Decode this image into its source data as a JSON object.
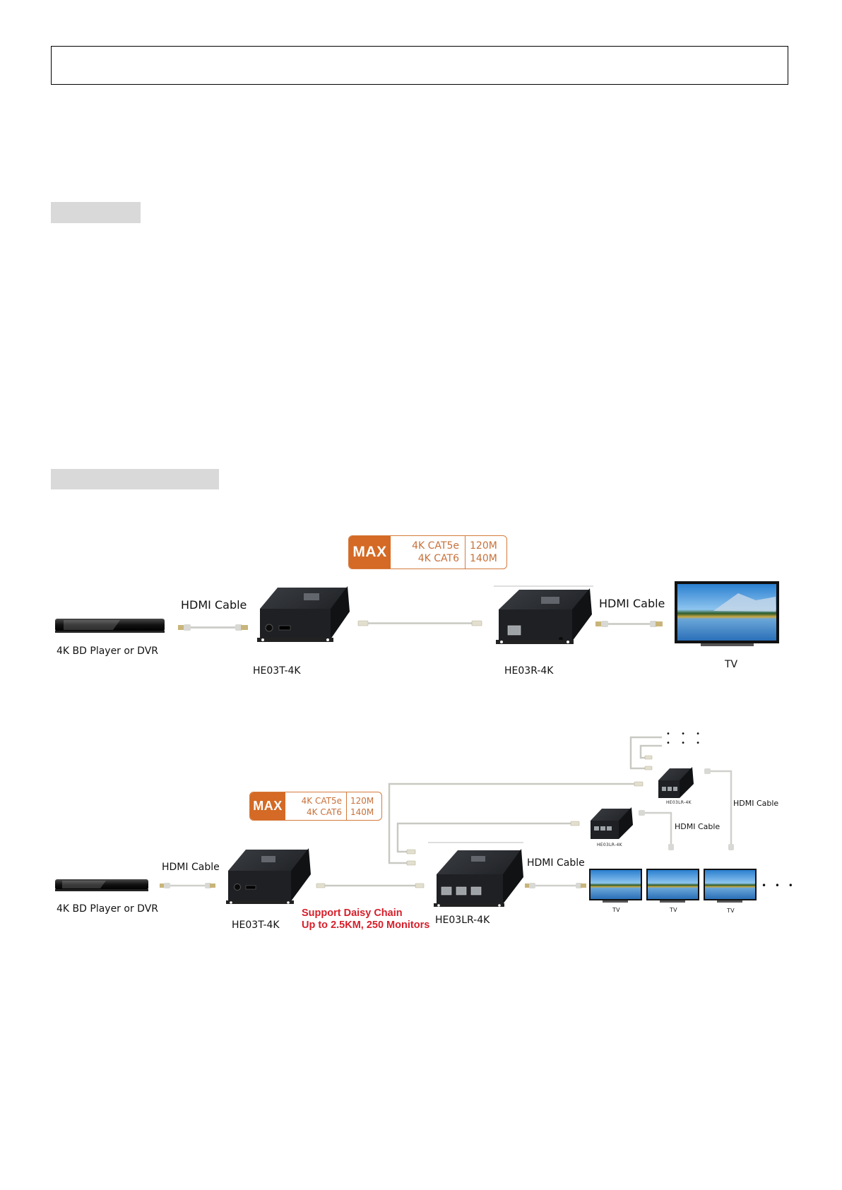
{
  "document": {
    "header_box_text": "",
    "section_bars": [
      "",
      ""
    ]
  },
  "colors": {
    "badge_orange": "#d46a25",
    "badge_text": "#c7713a",
    "note_red": "#d71f2b",
    "section_bar_grey": "#d9d9d9",
    "cable_grey": "#c9c9c4"
  },
  "diagram1": {
    "badge": {
      "max_label": "MAX",
      "rows": [
        {
          "cable": "4K CAT5e",
          "distance": "120M"
        },
        {
          "cable": "4K CAT6",
          "distance": "140M"
        }
      ]
    },
    "source_label": "4K BD Player or DVR",
    "hdmi_cable_left": "HDMI Cable",
    "transmitter_label": "HE03T-4K",
    "receiver_label": "HE03R-4K",
    "hdmi_cable_right": "HDMI Cable",
    "display_label": "TV"
  },
  "diagram2": {
    "badge": {
      "max_label": "MAX",
      "rows": [
        {
          "cable": "4K CAT5e",
          "distance": "120M"
        },
        {
          "cable": "4K CAT6",
          "distance": "140M"
        }
      ]
    },
    "source_label": "4K BD Player or DVR",
    "hdmi_cable_left": "HDMI Cable",
    "transmitter_label": "HE03T-4K",
    "daisy_chain_note": [
      "Support Daisy Chain",
      "Up to 2.5KM, 250 Monitors"
    ],
    "main_receiver_label": "HE03LR-4K",
    "hdmi_cable_main": "HDMI Cable",
    "chained_receivers": [
      {
        "label": "HE03LR-4K",
        "hdmi_label": "HDMI Cable"
      },
      {
        "label": "HE03LR-4K",
        "hdmi_label": "HDMI Cable"
      }
    ],
    "tv_labels": [
      "TV",
      "TV",
      "TV"
    ],
    "ellipsis": "• • •"
  }
}
